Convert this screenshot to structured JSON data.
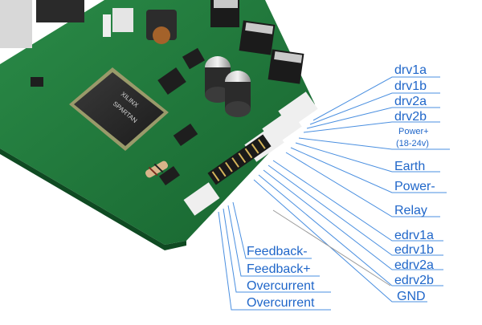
{
  "labels": {
    "drv1a": "drv1a",
    "drv1b": "drv1b",
    "drv2a": "drv2a",
    "drv2b": "drv2b",
    "power_plus": "Power+",
    "power_range": "(18-24v)",
    "earth": "Earth",
    "power_minus": "Power-",
    "relay": "Relay",
    "edrv1a": "edrv1a",
    "edrv1b": "edrv1b",
    "edrv2a": "edrv2a",
    "edrv2b": "edrv2b",
    "gnd": "GND",
    "feedback_minus": "Feedback-",
    "feedback_plus": "Feedback+",
    "overcurrent_1": "Overcurrent",
    "overcurrent_2": "Overcurrent"
  },
  "chip_markings": {
    "brand": "XILINX",
    "model": "SPARTAN"
  },
  "colors": {
    "board": "#1e7a3c",
    "board_dark": "#145a2b",
    "label": "#1f66c9",
    "line": "#4a8fe0"
  }
}
